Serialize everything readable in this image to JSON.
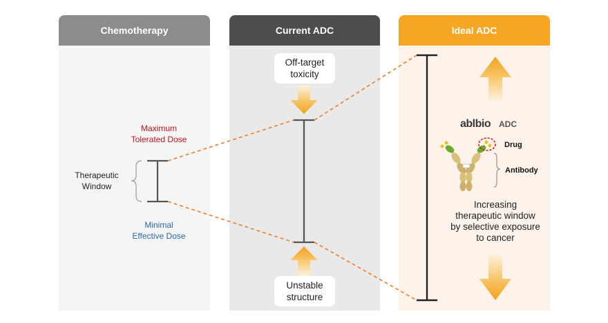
{
  "panels": {
    "chemo": {
      "title": "Chemotherapy"
    },
    "current": {
      "title": "Current ADC"
    },
    "ideal": {
      "title": "Ideal ADC"
    }
  },
  "chemo": {
    "max_dose_line1": "Maximum",
    "max_dose_line2": "Tolerated Dose",
    "window_line1": "Therapeutic",
    "window_line2": "Window",
    "min_dose_line1": "Minimal",
    "min_dose_line2": "Effective Dose"
  },
  "current": {
    "top_callout_line1": "Off-target",
    "top_callout_line2": "toxicity",
    "bottom_callout_line1": "Unstable",
    "bottom_callout_line2": "structure"
  },
  "ideal": {
    "logo_text": "ablbio",
    "adc_label": "ADC",
    "drug_label": "Drug",
    "antibody_label": "Antibody",
    "desc_line1": "Increasing",
    "desc_line2": "therapeutic window",
    "desc_line3": "by selective exposure",
    "desc_line4": "to cancer"
  },
  "colors": {
    "orange_accent": "#f5a623",
    "dashed_line": "#f07c22",
    "max_dose": "#c0141d",
    "min_dose": "#2b67a8",
    "antibody": "#d8bf7a",
    "drug_green": "#6aaa2a",
    "drug_yellow": "#e8c020"
  }
}
